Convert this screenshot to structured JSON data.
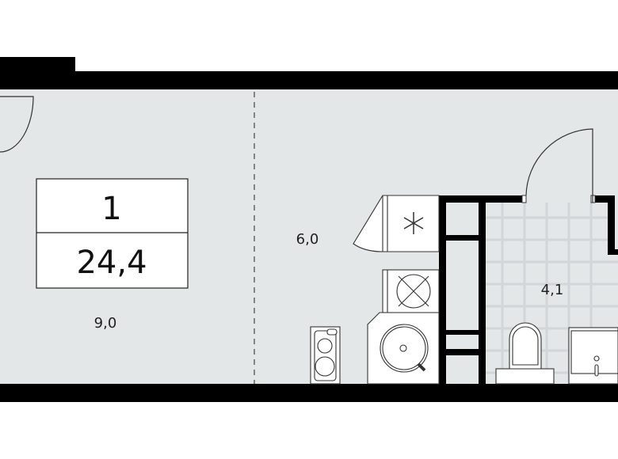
{
  "plan": {
    "rooms_count": "1",
    "total_area": "24,4",
    "rooms": [
      {
        "name": "living-room",
        "area": "9,0"
      },
      {
        "name": "kitchen",
        "area": "6,0"
      },
      {
        "name": "bathroom",
        "area": "4,1"
      }
    ]
  },
  "colors": {
    "floor": "#e3e7e8",
    "wall": "#000000",
    "tile_grid": "#cfd3d5"
  },
  "icons": [
    "door-swing-icon",
    "fridge-icon",
    "cooktop-icon",
    "sink-icon",
    "washing-machine-icon",
    "toilet-icon",
    "bathtub-icon"
  ]
}
